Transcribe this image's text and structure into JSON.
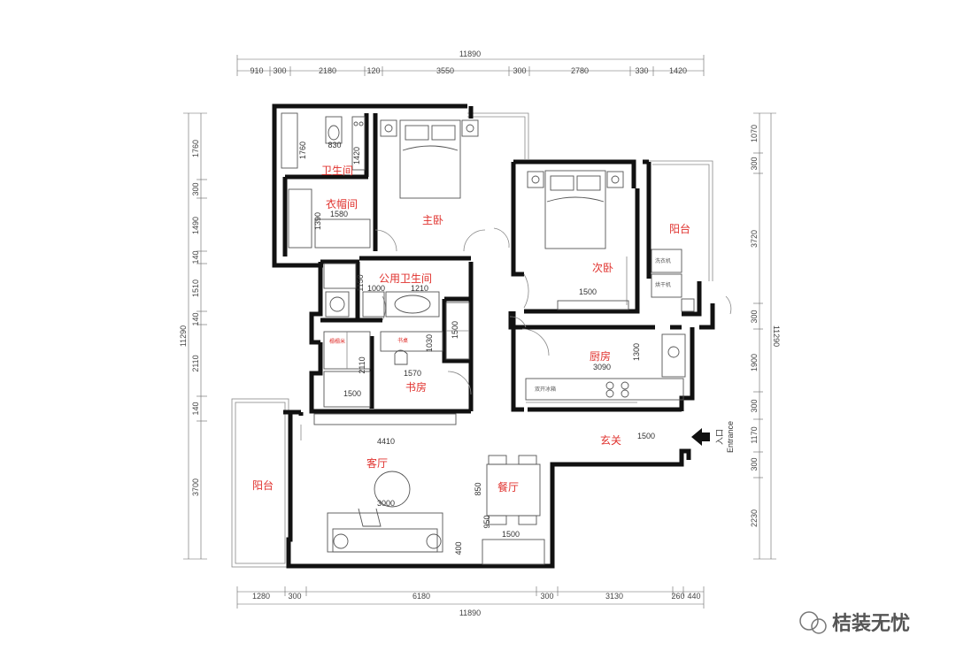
{
  "dims_top": {
    "total": "11890",
    "segments": [
      "910",
      "300",
      "2180",
      "120",
      "3550",
      "300",
      "2780",
      "330",
      "1420"
    ]
  },
  "dims_bottom": {
    "total": "11890",
    "segments": [
      "1280",
      "300",
      "6180",
      "300",
      "3130",
      "260",
      "440"
    ]
  },
  "dims_left": {
    "total": "11290",
    "segments": [
      "1760",
      "300",
      "1490",
      "140",
      "1510",
      "140",
      "2110",
      "140",
      "3700"
    ]
  },
  "dims_right": {
    "total": "11290",
    "segments": [
      "1070",
      "300",
      "3720",
      "300",
      "1900",
      "300",
      "1170",
      "300",
      "2230"
    ]
  },
  "rooms": {
    "bathroom": "卫生间",
    "closet": "衣帽间",
    "master_bedroom": "主卧",
    "second_bedroom": "次卧",
    "balcony_right": "阳台",
    "public_bathroom": "公用卫生间",
    "study": "书房",
    "kitchen": "厨房",
    "foyer": "玄关",
    "living_room": "客厅",
    "balcony_left": "阳台",
    "dining_room": "餐厅"
  },
  "inner_dims": {
    "bath_1760": "1760",
    "bath_830": "830",
    "bath_1420": "1420",
    "closet_1390": "1390",
    "closet_1580": "1580",
    "pub_1150": "1150",
    "pub_1000": "1000",
    "pub_1210": "1210",
    "hall_1500": "1500",
    "study_1030": "1030",
    "study_2110": "2110",
    "study_1570": "1570",
    "study_1500": "1500",
    "second_1500": "1500",
    "kitchen_1300": "1300",
    "kitchen_3090": "3090",
    "foyer_1500": "1500",
    "living_4410": "4410",
    "living_3000": "3000",
    "dining_850": "850",
    "dining_950": "950",
    "dining_1500": "1500",
    "living_400": "400"
  },
  "labels": {
    "washer": "洗衣机",
    "dryer": "烘干机",
    "tatami_left": "榻榻米",
    "desk": "书桌",
    "fridge": "双开冰箱",
    "entrance_cn": "入口",
    "entrance_en": "Entrance"
  },
  "watermark": "桔装无忧"
}
